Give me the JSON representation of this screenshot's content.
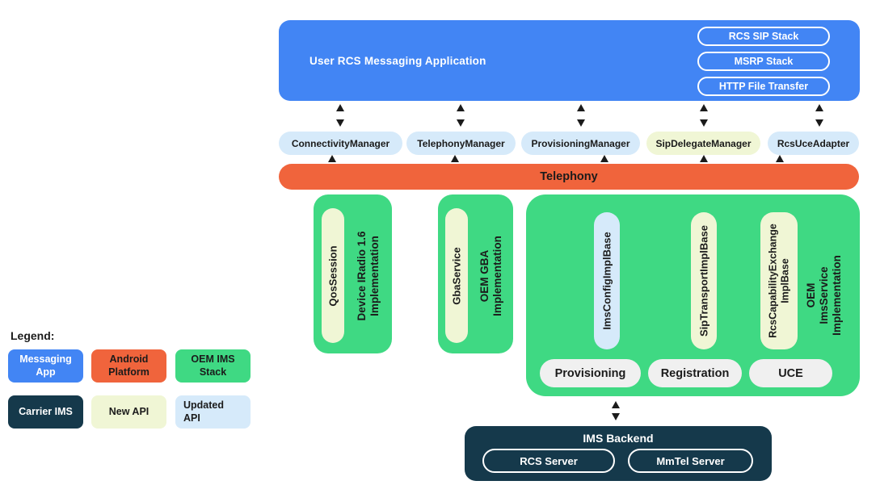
{
  "colors": {
    "blue": "#4285F4",
    "lightblue": "#D6EAFA",
    "orange": "#F0643C",
    "green": "#3FD983",
    "navy": "#15394B",
    "cream": "#F0F6D5",
    "gray": "#F0F0F0",
    "ink": "#1B1B1B"
  },
  "app_box": {
    "title": "User RCS Messaging Application",
    "stack_pills": [
      "RCS SIP Stack",
      "MSRP Stack",
      "HTTP File Transfer"
    ]
  },
  "managers": [
    {
      "label": "ConnectivityManager",
      "api_type": "updated"
    },
    {
      "label": "TelephonyManager",
      "api_type": "updated"
    },
    {
      "label": "ProvisioningManager",
      "api_type": "updated"
    },
    {
      "label": "SipDelegateManager",
      "api_type": "new"
    },
    {
      "label": "RcsUceAdapter",
      "api_type": "updated"
    }
  ],
  "telephony": {
    "label": "Telephony"
  },
  "radio_box": {
    "api_pill": "QosSession",
    "label": "Device IRadio 1.6\nImplementation"
  },
  "gba_box": {
    "api_pill": "GbaService",
    "label": "OEM GBA\nImplementation"
  },
  "ims_service_box": {
    "api_pills": [
      {
        "label": "ImsConfigImplBase",
        "api_type": "updated"
      },
      {
        "label": "SipTransportImplBase",
        "api_type": "new"
      },
      {
        "label": "RcsCapabilityExchange\nImplBase",
        "api_type": "new"
      }
    ],
    "label": "OEM ImsService\nImplementation",
    "feature_pills": [
      "Provisioning",
      "Registration",
      "UCE"
    ]
  },
  "ims_backend": {
    "title": "IMS Backend",
    "server_pills": [
      "RCS Server",
      "MmTel Server"
    ]
  },
  "legend": {
    "title": "Legend:",
    "items": [
      {
        "label": "Messaging\nApp",
        "color": "#4285F4"
      },
      {
        "label": "Android\nPlatform",
        "color": "#F0643C"
      },
      {
        "label": "OEM IMS\nStack",
        "color": "#3FD983"
      },
      {
        "label": "Carrier IMS",
        "color": "#15394B"
      },
      {
        "label": "New API",
        "color": "#F0F6D5"
      },
      {
        "label": "Updated\nAPI",
        "color": "#D6EAFA"
      }
    ]
  }
}
